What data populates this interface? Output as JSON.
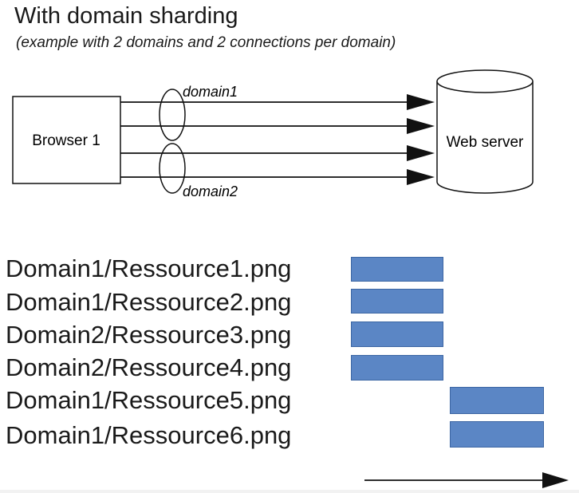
{
  "header": {
    "title": "With domain sharding",
    "subtitle": "(example with 2 domains and 2 connections per domain)"
  },
  "diagram": {
    "browser_label": "Browser 1",
    "server_label": "Web server",
    "domain_labels": [
      "domain1",
      "domain2"
    ],
    "connections": [
      {
        "domain": "domain1"
      },
      {
        "domain": "domain1"
      },
      {
        "domain": "domain2"
      },
      {
        "domain": "domain2"
      }
    ]
  },
  "resources": [
    {
      "label": "Domain1/Ressource1.png",
      "start": 0,
      "end": 1
    },
    {
      "label": "Domain1/Ressource2.png",
      "start": 0,
      "end": 1
    },
    {
      "label": "Domain2/Ressource3.png",
      "start": 0,
      "end": 1
    },
    {
      "label": "Domain2/Ressource4.png",
      "start": 0,
      "end": 1
    },
    {
      "label": "Domain1/Ressource5.png",
      "start": 1,
      "end": 2
    },
    {
      "label": "Domain1/Ressource6.png",
      "start": 1,
      "end": 2
    }
  ],
  "colors": {
    "bar_fill": "#5b86c5",
    "bar_border": "#3c66a3",
    "line": "#111111"
  }
}
